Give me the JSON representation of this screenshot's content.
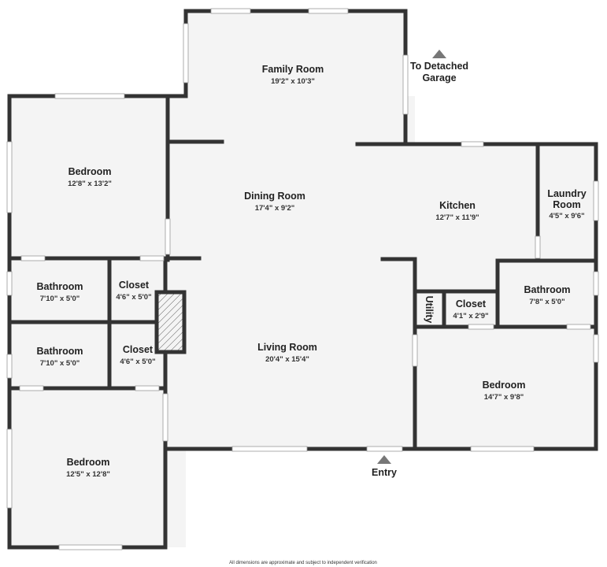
{
  "rooms": [
    {
      "name": "Family Room",
      "dims": "19'2\" x 10'3\""
    },
    {
      "name": "Dining Room",
      "dims": "17'4\" x 9'2\""
    },
    {
      "name": "Kitchen",
      "dims": "12'7\" x 11'9\""
    },
    {
      "name": "Laundry Room",
      "dims": "4'5\" x 9'6\""
    },
    {
      "name": "Bedroom",
      "dims": "12'8\" x 13'2\""
    },
    {
      "name": "Bathroom",
      "dims": "7'10\" x 5'0\""
    },
    {
      "name": "Closet",
      "dims": "4'6\" x 5'0\""
    },
    {
      "name": "Bathroom",
      "dims": "7'10\" x 5'0\""
    },
    {
      "name": "Closet",
      "dims": "4'6\" x 5'0\""
    },
    {
      "name": "Living Room",
      "dims": "20'4\" x 15'4\""
    },
    {
      "name": "Bathroom",
      "dims": "7'8\" x 5'0\""
    },
    {
      "name": "Closet",
      "dims": "4'1\" x 2'9\""
    },
    {
      "name": "Utility",
      "dims": ""
    },
    {
      "name": "Bedroom",
      "dims": "14'7\" x 9'8\""
    },
    {
      "name": "Bedroom",
      "dims": "12'5\" x 12'8\""
    }
  ],
  "markers": {
    "garage_line1": "To Detached",
    "garage_line2": "Garage",
    "entry": "Entry"
  },
  "footer": "All dimensions are approximate and subject to independent verification",
  "colors": {
    "wall": "#333333",
    "floor": "#f4f4f4"
  }
}
